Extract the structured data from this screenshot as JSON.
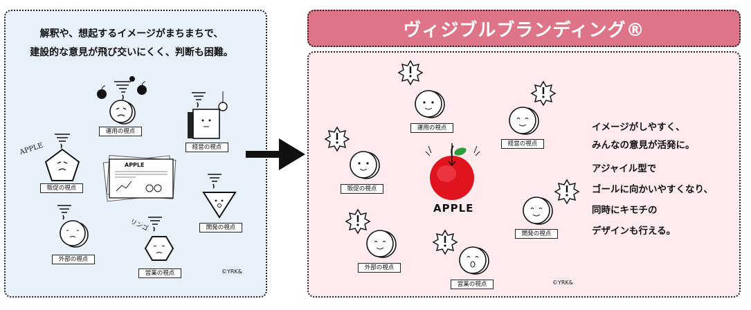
{
  "left_panel": {
    "message_lines": [
      "解釈や、想起するイメージがまちまちで、",
      "建設的な意見が飛び交いにくく、判断も困難。"
    ],
    "labels": {
      "operations": "運用の視点",
      "management": "経営の視点",
      "sales_promo": "販促の視点",
      "development": "開発の視点",
      "external": "外部の視点",
      "sales": "営業の視点"
    },
    "doc_title": "APPLE",
    "floating_word_1": "APPLE",
    "floating_word_2": "リンゴ",
    "copyright": "©YRK&"
  },
  "banner": {
    "title": "ヴィジブルブランディング®"
  },
  "right_panel": {
    "message_lines": [
      "イメージがしやすく、",
      "みんなの意見が活発に。",
      "アジャイル型で",
      "ゴールに向かいやすくなり、",
      "同時にキモチの",
      "デザインも行える。"
    ],
    "labels": {
      "operations": "運用の視点",
      "management": "経営の視点",
      "sales_promo": "販促の視点",
      "development": "開発の視点",
      "external": "外部の視点",
      "sales": "営業の視点"
    },
    "apple_caption": "APPLE",
    "copyright": "©YRK&"
  },
  "colors": {
    "banner": "#de7488",
    "left_bg": "#e9f1fa",
    "right_bg": "#fdebee",
    "apple_red": "#e0141e",
    "leaf": "#2e9e3c"
  },
  "icons": [
    "tornado-icon",
    "exclamation-burst-icon",
    "face-coin-icon",
    "apple-icon",
    "arrow-right-icon"
  ]
}
